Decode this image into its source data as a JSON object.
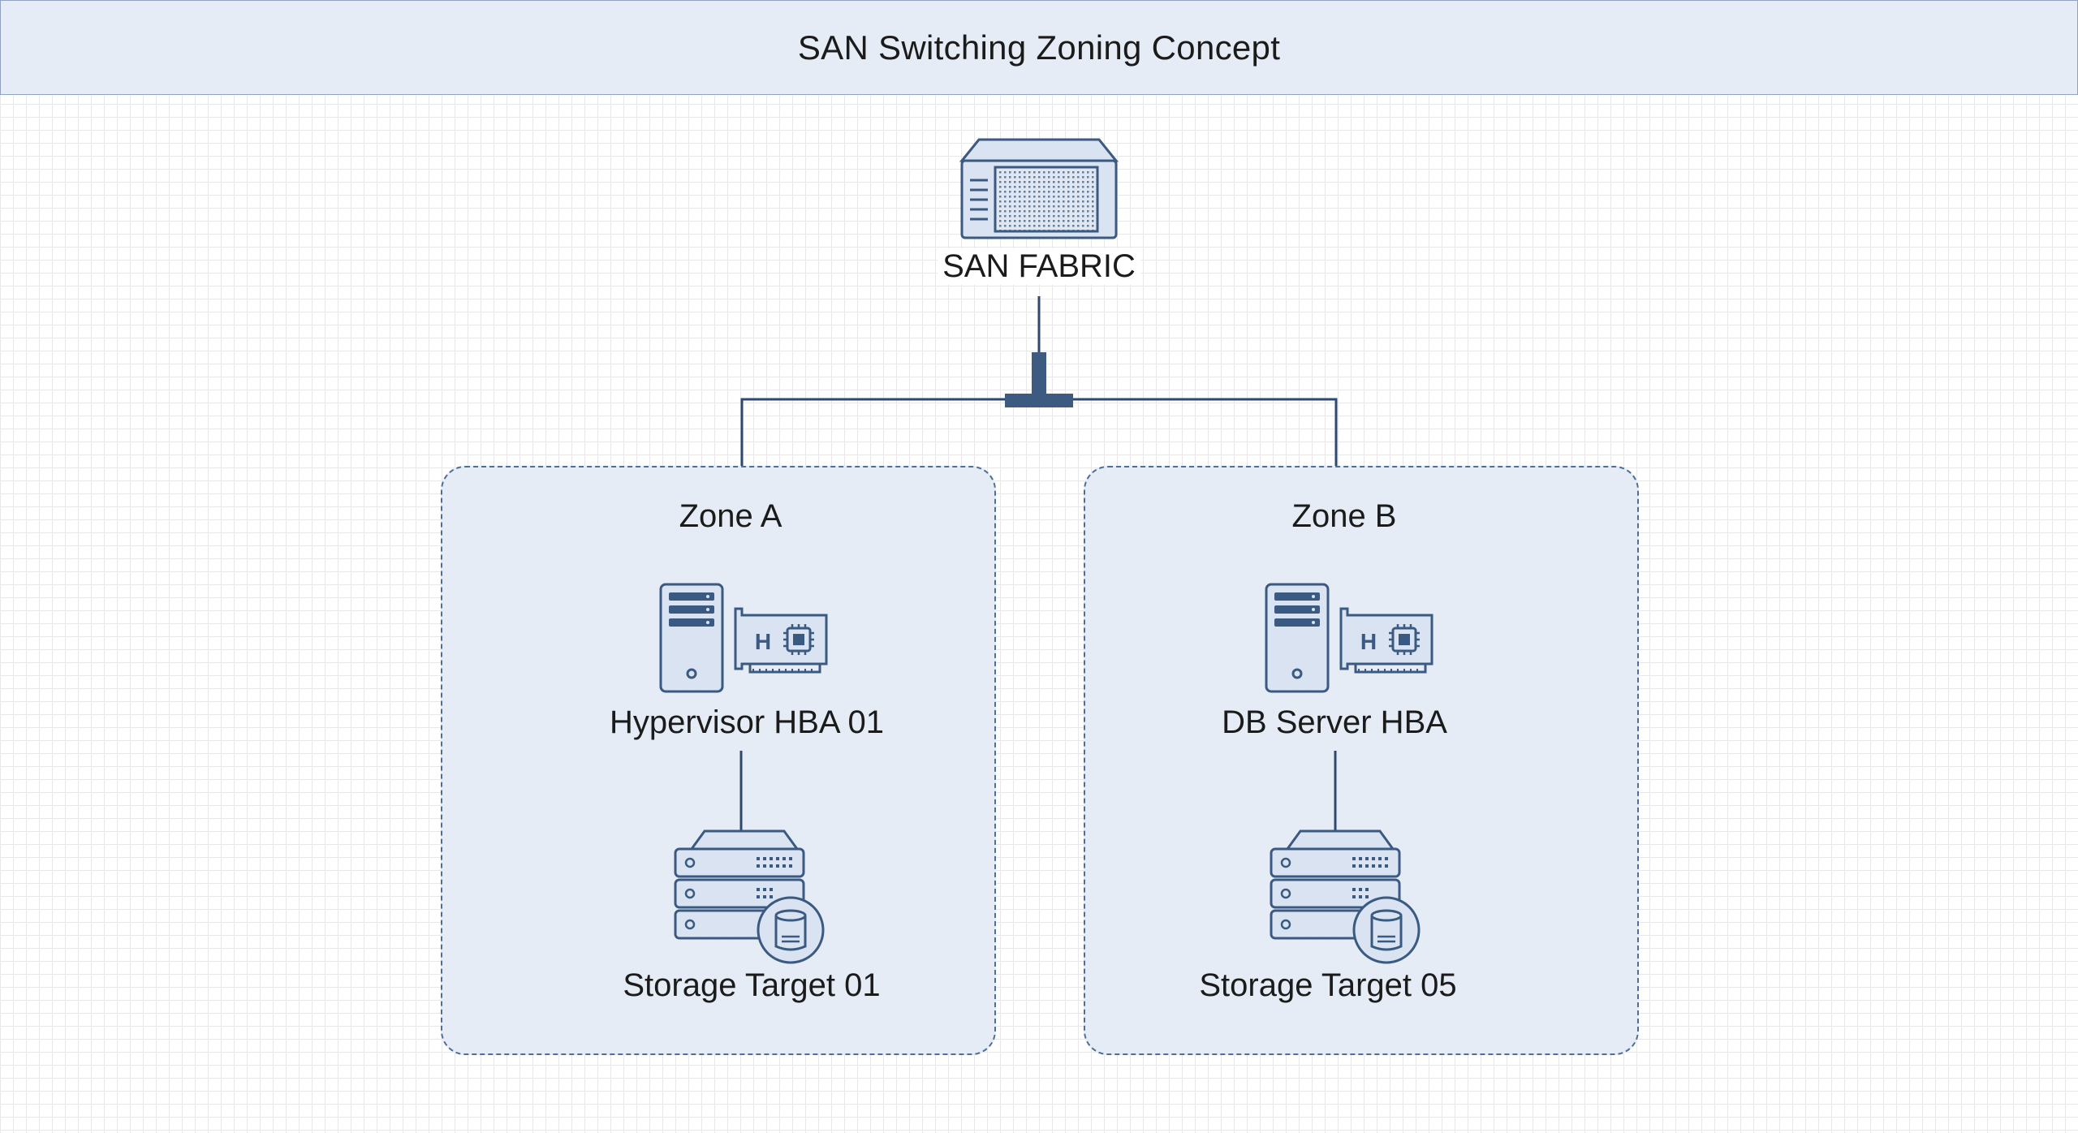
{
  "title": "SAN Switching Zoning Concept",
  "fabric": {
    "label": "SAN FABRIC",
    "icon": "san-switch-icon"
  },
  "zones": [
    {
      "name": "Zone A",
      "host": {
        "label": "Hypervisor HBA 01",
        "icon": "server-hba-icon"
      },
      "storage": {
        "label": "Storage Target 01",
        "icon": "storage-array-icon"
      }
    },
    {
      "name": "Zone B",
      "host": {
        "label": "DB Server HBA",
        "icon": "server-hba-icon"
      },
      "storage": {
        "label": "Storage Target 05",
        "icon": "storage-array-icon"
      }
    }
  ],
  "colors": {
    "title_bg": "#e6ecf5",
    "zone_fill": "#e3eaf5",
    "zone_border": "#4f6f97",
    "line": "#2d4a6e",
    "icon_fill": "#d9e3f1",
    "icon_stroke": "#3b5a82"
  }
}
